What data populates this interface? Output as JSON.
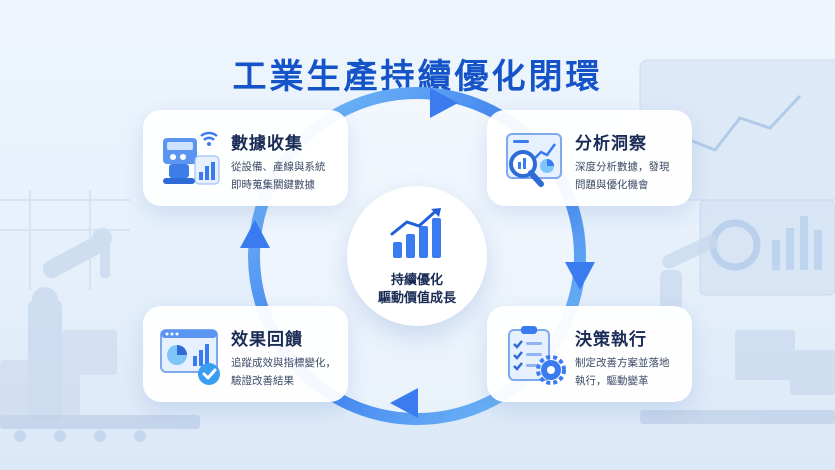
{
  "title": "工業生產持續優化閉環",
  "center": {
    "line1": "持續優化",
    "line2": "驅動價值成長"
  },
  "steps": [
    {
      "title": "數據收集",
      "line1": "從設備、產線與系統",
      "line2": "即時蒐集關鍵數據",
      "icon": "iot-device-chart-icon"
    },
    {
      "title": "分析洞察",
      "line1": "深度分析數據，發現",
      "line2": "問題與優化機會",
      "icon": "magnifier-analysis-icon"
    },
    {
      "title": "決策執行",
      "line1": "制定改善方案並落地",
      "line2": "執行，驅動變革",
      "icon": "checklist-gear-icon"
    },
    {
      "title": "效果回饋",
      "line1": "追蹤成效與指標變化，",
      "line2": "驗證改善結果",
      "icon": "dashboard-check-icon"
    }
  ],
  "colors": {
    "title": "#1453c8",
    "accent": "#3a7bf0",
    "accent_light": "#7ec6f7",
    "text_dark": "#1a2c55",
    "text_body": "#3d4a66"
  }
}
